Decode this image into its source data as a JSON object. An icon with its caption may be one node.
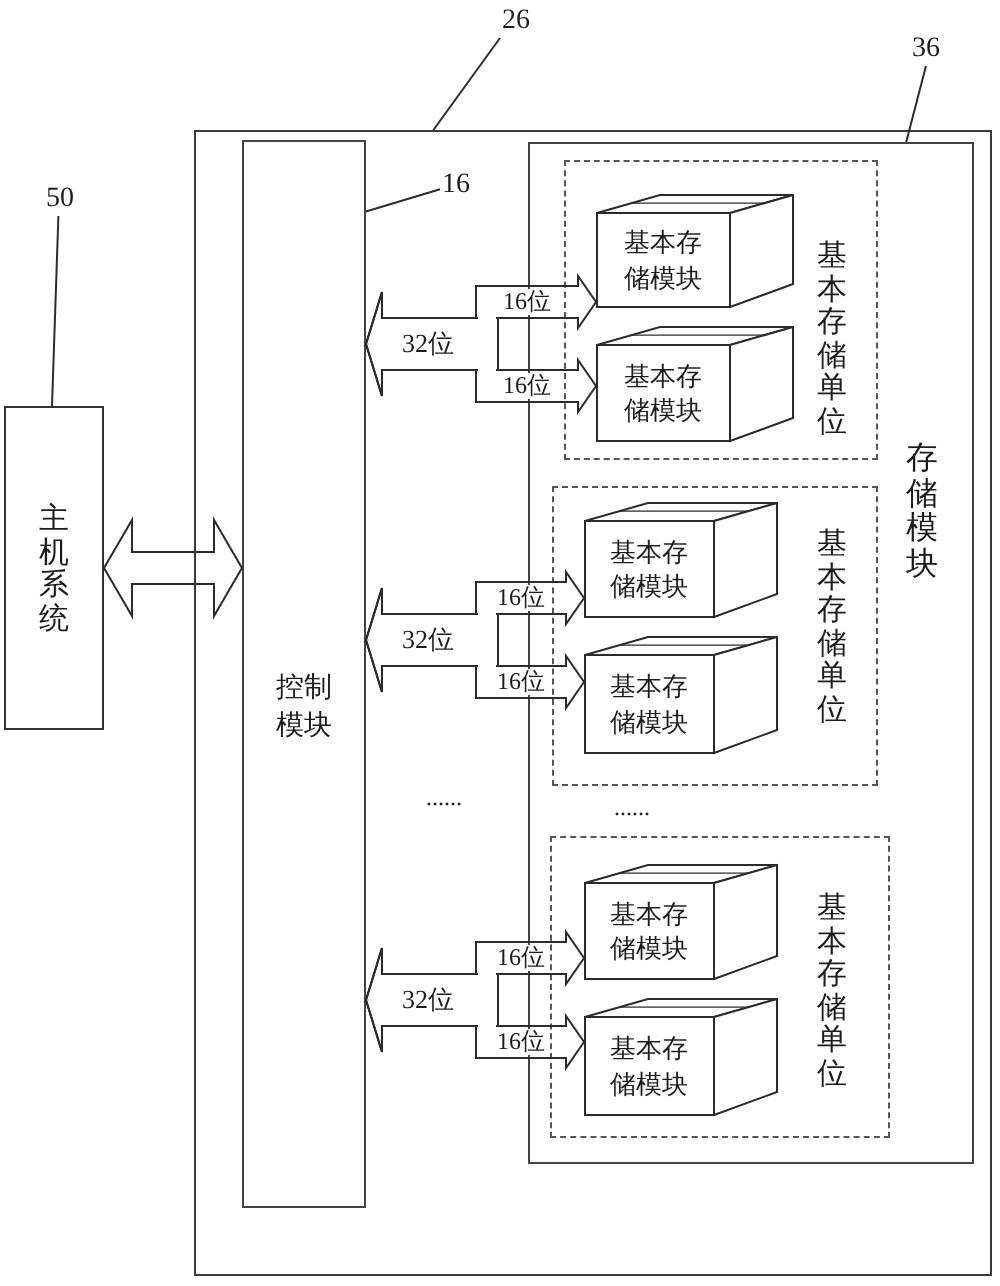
{
  "diagram": {
    "nodes": [
      {
        "text": [
          "26"
        ]
      },
      {
        "text": [
          "36"
        ]
      },
      {
        "text": [
          "50"
        ]
      },
      {
        "text": [],
        "shape": "box"
      },
      {
        "text": [
          "16"
        ],
        "in": 3
      },
      {
        "text": [
          "主机系统"
        ]
      },
      {
        "text": [
          "控制模块"
        ],
        "in": 3
      },
      {
        "text": [
          "存储模块"
        ],
        "in": 3
      },
      {
        "text": [
          "基本存储单位"
        ],
        "in": 7
      },
      {
        "text": [
          "基本存储模块"
        ],
        "in": 8
      },
      {
        "text": [
          "基本存储模块"
        ],
        "in": 8
      },
      {
        "text": [
          "基本存储单位"
        ],
        "in": 7
      },
      {
        "text": [
          "基本存储模块"
        ],
        "in": 11
      },
      {
        "text": [
          "基本存储模块"
        ],
        "in": 11
      },
      {
        "text": [
          "基本存储单位"
        ],
        "in": 7
      },
      {
        "text": [
          "基本存储模块"
        ],
        "in": 14
      },
      {
        "text": [
          "基本存储模块"
        ],
        "in": 14
      }
    ],
    "edges": [
      {
        "from": 0,
        "to": 3,
        "arrow": "none"
      },
      {
        "from": 1,
        "to": 7,
        "arrow": "none"
      },
      {
        "from": 4,
        "to": 6,
        "arrow": "none"
      },
      {
        "from": 2,
        "to": 5,
        "arrow": "none"
      },
      {
        "from": 5,
        "to": 6,
        "arrow": "both",
        "style": "thick"
      },
      {
        "from": 6,
        "to": 9,
        "arrow": "both",
        "label": "16位",
        "style": "thick"
      },
      {
        "from": 6,
        "to": 10,
        "arrow": "both",
        "label": "16位",
        "style": "thick"
      },
      {
        "from": 6,
        "to": 12,
        "arrow": "both",
        "label": "16位",
        "style": "thick"
      },
      {
        "from": 6,
        "to": 13,
        "arrow": "both",
        "label": "16位",
        "style": "thick"
      },
      {
        "from": 6,
        "to": 15,
        "arrow": "both",
        "label": "16位",
        "style": "thick"
      },
      {
        "from": 6,
        "to": 16,
        "arrow": "both",
        "label": "16位",
        "style": "thick"
      }
    ],
    "labels": [
      "32位",
      "32位",
      "......",
      "......",
      "32位"
    ]
  }
}
